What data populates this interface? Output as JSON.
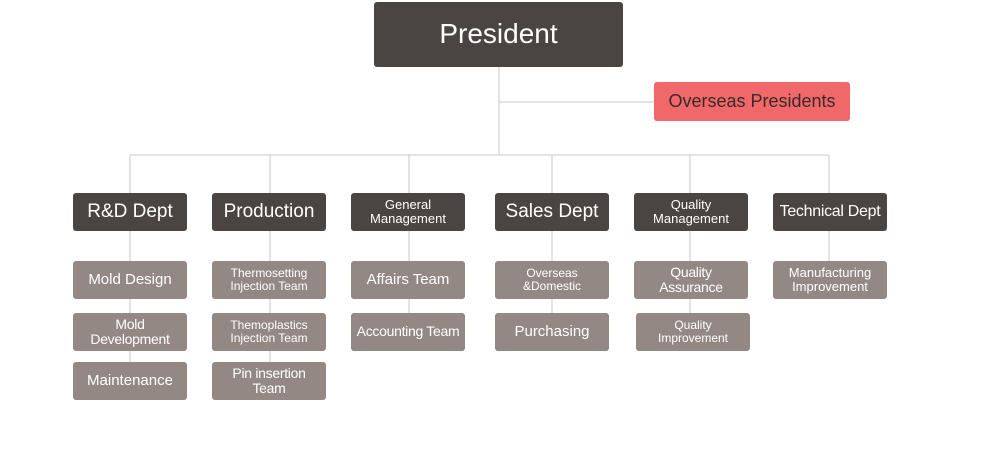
{
  "president": "President",
  "overseas_presidents": "Overseas Presidents",
  "departments": [
    {
      "name": "R&D Dept",
      "teams": [
        "Mold Design",
        "Mold Development",
        "Maintenance"
      ]
    },
    {
      "name": "Production",
      "teams": [
        "Thermosetting Injection Team",
        "Themoplastics Injection Team",
        "Pin insertion Team"
      ]
    },
    {
      "name": "General Management",
      "teams": [
        "Affairs Team",
        "Accounting Team"
      ]
    },
    {
      "name": "Sales Dept",
      "teams": [
        "Overseas &Domestic",
        "Purchasing"
      ]
    },
    {
      "name": "Quality Management",
      "teams": [
        "Quality Assurance",
        "Quality Improvement"
      ]
    },
    {
      "name": "Technical Dept",
      "teams": [
        "Manufacturing Improvement"
      ]
    }
  ]
}
